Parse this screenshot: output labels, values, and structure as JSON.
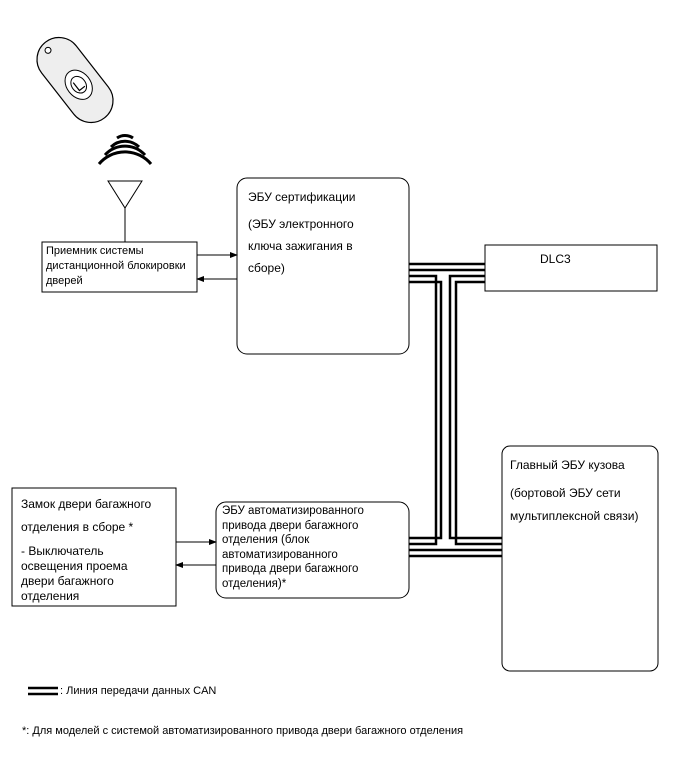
{
  "components": {
    "certification_ecu": {
      "title": "ЭБУ сертификации",
      "subtitle": "(ЭБУ электронного\nключа зажигания в\nсборе)"
    },
    "door_lock_receiver": "Приемник системы\nдистанционной блокировки\nдверей",
    "dlc3": "DLC3",
    "main_body_ecu": {
      "title": "Главный ЭБУ кузова",
      "subtitle": "(бортовой ЭБУ сети\nмультиплексной связи)"
    },
    "back_door_lock": {
      "title": "Замок двери багажного\nотделения в сборе *",
      "subtitle": "- Выключатель\nосвещения проема\nдвери багажного\nотделения"
    },
    "power_back_door_ecu": "ЭБУ автоматизированного\nпривода двери багажного\nотделения (блок\nавтоматизированного\nпривода двери багажного\nотделения)*"
  },
  "legend": {
    "can_line": ": Линия передачи данных CAN"
  },
  "footnote": "*: Для моделей с системой автоматизированного привода двери багажного отделения"
}
